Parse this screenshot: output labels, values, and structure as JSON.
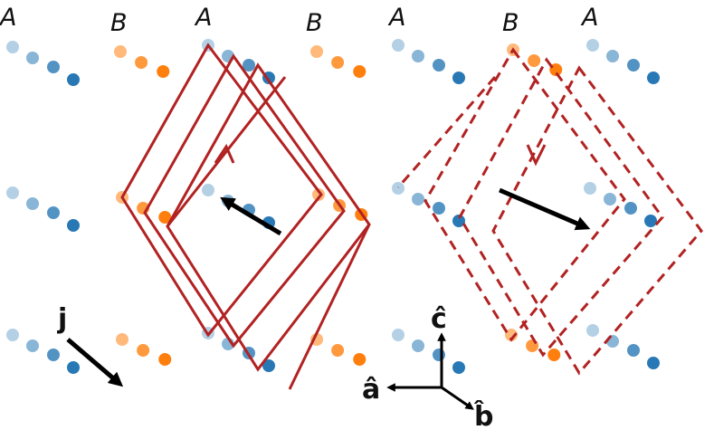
{
  "stacking_labels": [
    "A",
    "B",
    "A",
    "B",
    "A",
    "B",
    "A"
  ],
  "current_label": "j",
  "axes": {
    "a": "â",
    "b": "b̂",
    "c": "ĉ"
  },
  "colors": {
    "atom_a": "#2878b5",
    "atom_b": "#ff7f0e",
    "loop": "#b22222",
    "arrow": "#000000"
  },
  "loops": [
    {
      "style": "solid",
      "circulation": "upward"
    },
    {
      "style": "dashed",
      "circulation": "downward"
    }
  ]
}
